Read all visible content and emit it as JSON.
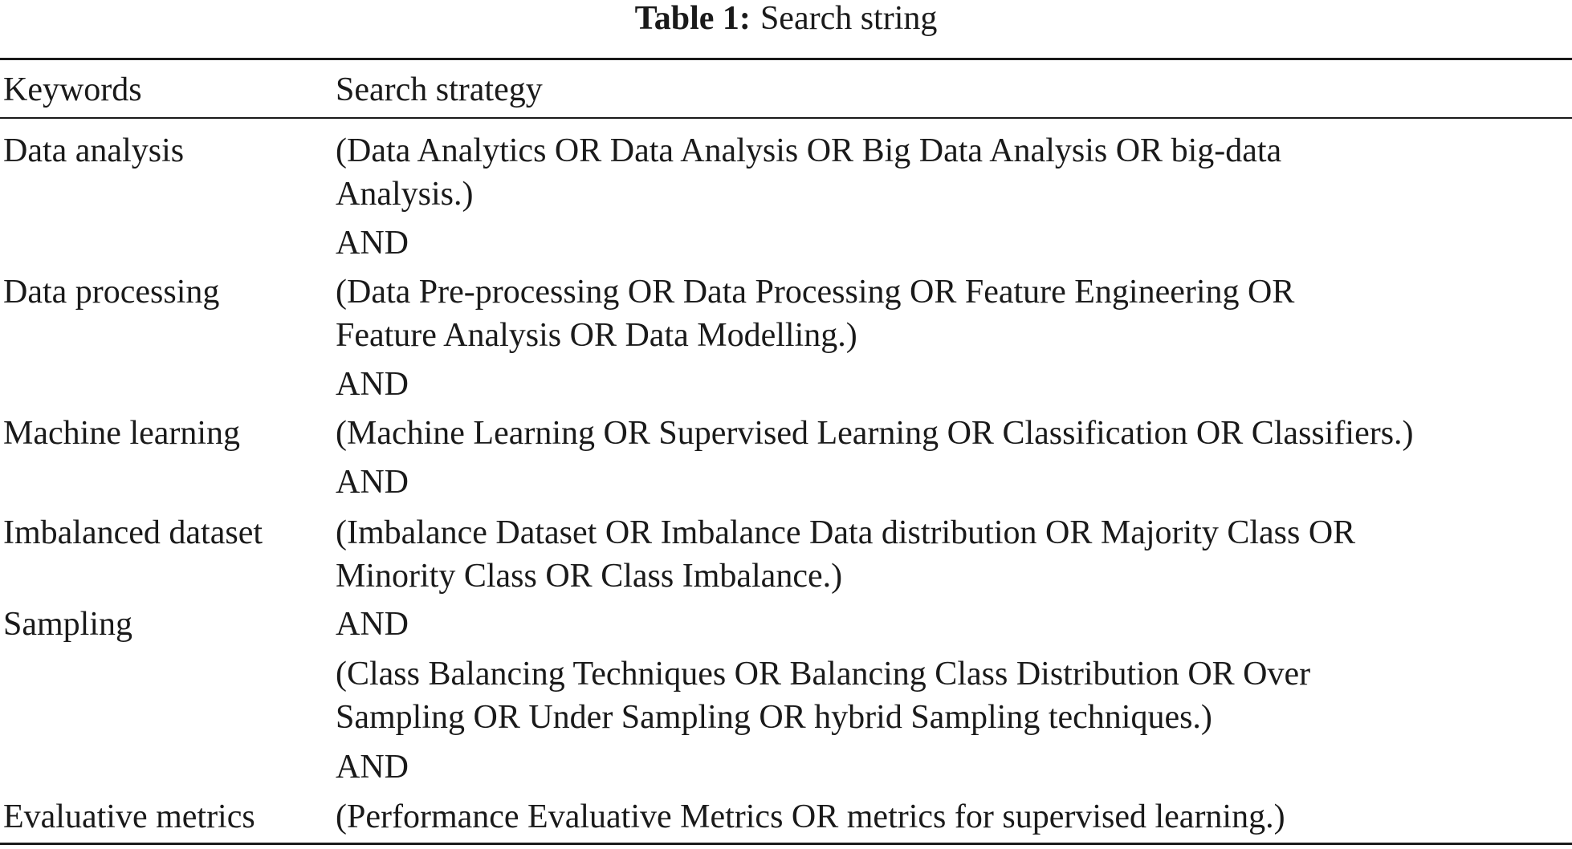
{
  "caption": {
    "label": "Table 1:",
    "title": "Search string"
  },
  "headers": {
    "keywords": "Keywords",
    "strategy": "Search strategy"
  },
  "keywords": [
    "Data analysis",
    "Data processing",
    "Machine learning",
    "Imbalanced dataset",
    "Sampling",
    "Evaluative metrics"
  ],
  "strategy_lines": [
    "(Data Analytics OR Data Analysis OR Big Data Analysis OR big-data",
    "Analysis.)",
    "AND",
    "(Data Pre-processing OR Data Processing OR Feature Engineering OR",
    "Feature Analysis OR Data Modelling.)",
    "AND",
    "(Machine Learning OR Supervised Learning OR Classification OR Classifiers.)",
    "AND",
    "(Imbalance Dataset OR Imbalance Data distribution OR Majority Class OR",
    "Minority Class OR Class Imbalance.)",
    "AND",
    "(Class Balancing Techniques OR Balancing Class Distribution OR Over",
    "Sampling OR Under Sampling OR hybrid Sampling techniques.)",
    "AND",
    "(Performance Evaluative Metrics OR metrics for supervised learning.)"
  ]
}
